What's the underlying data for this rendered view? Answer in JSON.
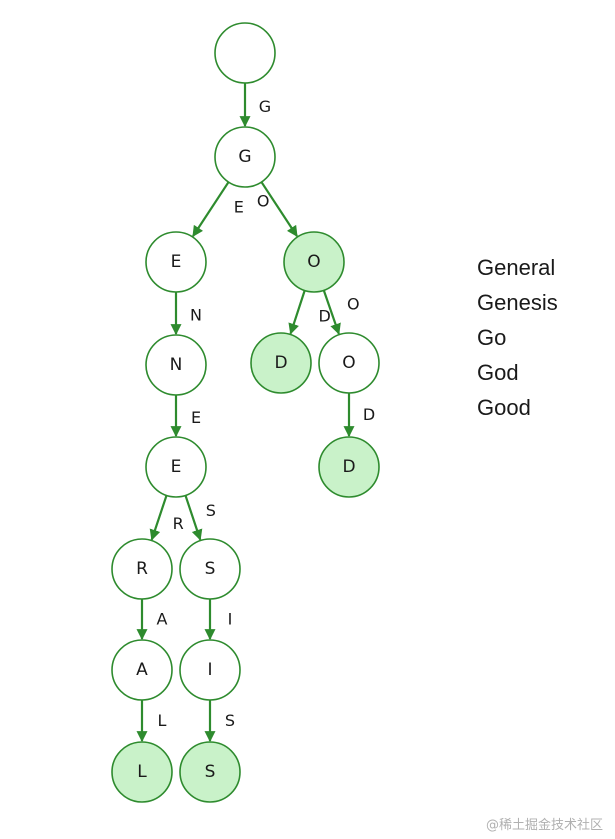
{
  "colors": {
    "edge": "#2e8b2e",
    "node_border": "#2e8b2e",
    "node_fill": "#ffffff",
    "terminal_fill": "#c9f2c9"
  },
  "nodes": [
    {
      "id": "root",
      "label": "",
      "terminal": false
    },
    {
      "id": "g",
      "label": "G",
      "terminal": false
    },
    {
      "id": "ge",
      "label": "E",
      "terminal": false
    },
    {
      "id": "go",
      "label": "O",
      "terminal": true
    },
    {
      "id": "gen",
      "label": "N",
      "terminal": false
    },
    {
      "id": "god",
      "label": "D",
      "terminal": true
    },
    {
      "id": "goo",
      "label": "O",
      "terminal": false
    },
    {
      "id": "gene",
      "label": "E",
      "terminal": false
    },
    {
      "id": "good",
      "label": "D",
      "terminal": true
    },
    {
      "id": "gener",
      "label": "R",
      "terminal": false
    },
    {
      "id": "genes",
      "label": "S",
      "terminal": false
    },
    {
      "id": "genera",
      "label": "A",
      "terminal": false
    },
    {
      "id": "genesi",
      "label": "I",
      "terminal": false
    },
    {
      "id": "general",
      "label": "L",
      "terminal": true
    },
    {
      "id": "genesis",
      "label": "S",
      "terminal": true
    }
  ],
  "edges": [
    {
      "from": "root",
      "to": "g",
      "label": "G"
    },
    {
      "from": "g",
      "to": "ge",
      "label": "E"
    },
    {
      "from": "g",
      "to": "go",
      "label": "O"
    },
    {
      "from": "ge",
      "to": "gen",
      "label": "N"
    },
    {
      "from": "go",
      "to": "god",
      "label": "D"
    },
    {
      "from": "go",
      "to": "goo",
      "label": "O"
    },
    {
      "from": "gen",
      "to": "gene",
      "label": "E"
    },
    {
      "from": "goo",
      "to": "good",
      "label": "D"
    },
    {
      "from": "gene",
      "to": "gener",
      "label": "R"
    },
    {
      "from": "gene",
      "to": "genes",
      "label": "S"
    },
    {
      "from": "gener",
      "to": "genera",
      "label": "A"
    },
    {
      "from": "genes",
      "to": "genesi",
      "label": "I"
    },
    {
      "from": "genera",
      "to": "general",
      "label": "L"
    },
    {
      "from": "genesi",
      "to": "genesis",
      "label": "S"
    }
  ],
  "words": [
    "General",
    "Genesis",
    "Go",
    "God",
    "Good"
  ],
  "watermark": "@稀土掘金技术社区"
}
